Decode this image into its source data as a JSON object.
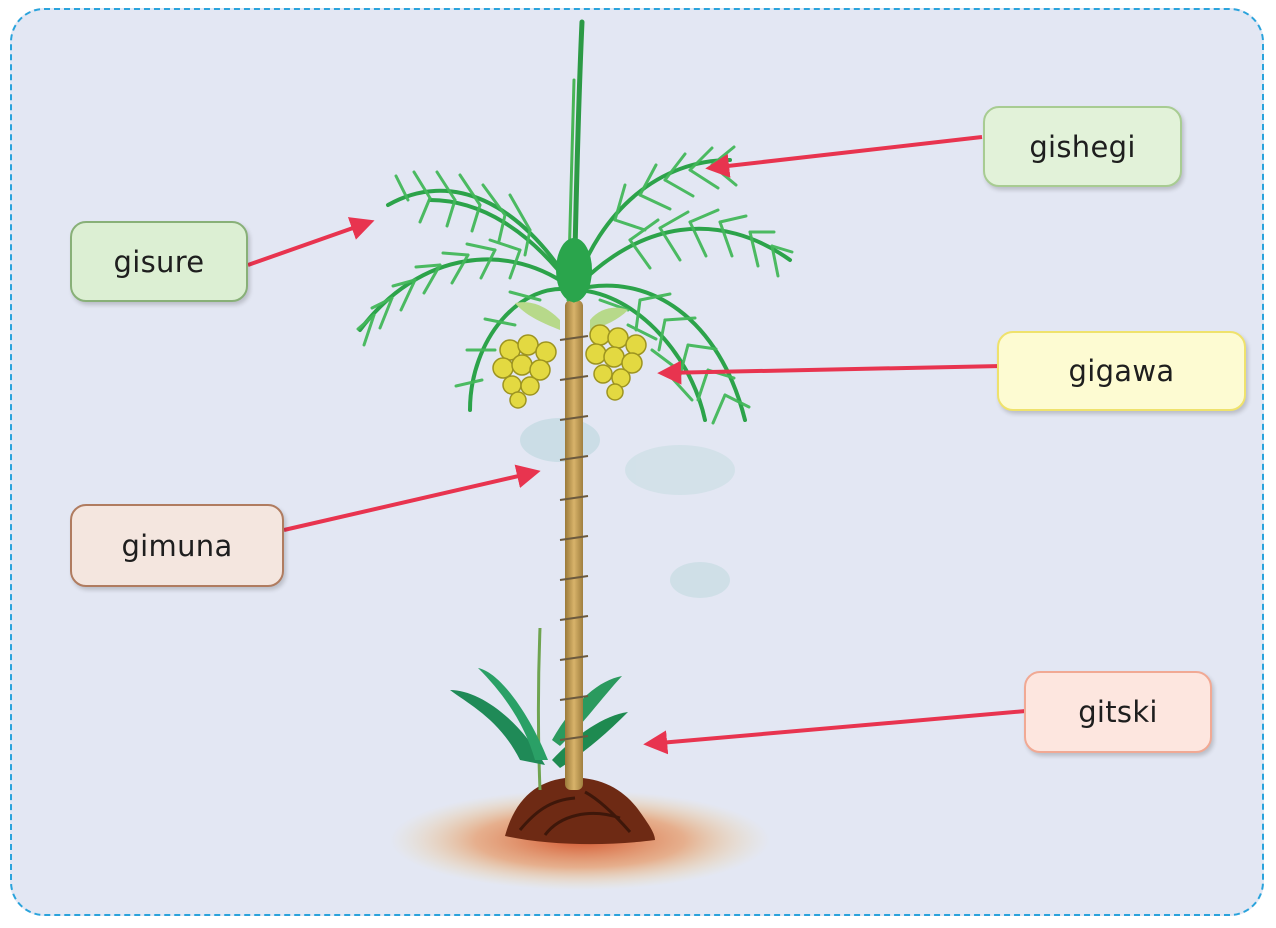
{
  "labels": {
    "gisure": {
      "text": "gisure",
      "fill": "#dcefd3",
      "border": "#88b078"
    },
    "gishegi": {
      "text": "gishegi",
      "fill": "#e2f2d9",
      "border": "#a8cc92"
    },
    "gigawa": {
      "text": "gigawa",
      "fill": "#fdfbd2",
      "border": "#efe26c"
    },
    "gimuna": {
      "text": "gimuna",
      "fill": "#f4e6df",
      "border": "#b07c60"
    },
    "gitski": {
      "text": "gitski",
      "fill": "#fde6df",
      "border": "#f1a994"
    }
  },
  "colors": {
    "frame_border": "#2aa3dc",
    "frame_background": "#e3e7f3",
    "arrow": "#e8344f",
    "frond": "#3cb44b",
    "trunk": "#c9a15d",
    "fruit": "#e0d640",
    "soil": "#8b3a1f"
  }
}
